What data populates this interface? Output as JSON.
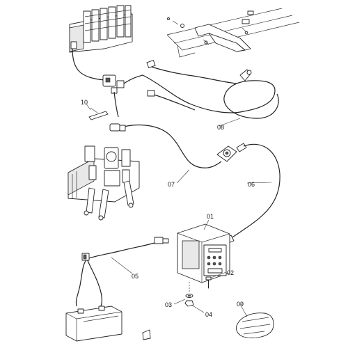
{
  "callouts": {
    "c01": "01",
    "c02": "02",
    "c03": "03",
    "c04": "04",
    "c05": "05",
    "c06": "06",
    "c07": "07",
    "c08": "08",
    "c09": "09",
    "c10": "10"
  },
  "colors": {
    "ink": "#222222",
    "background": "#ffffff"
  }
}
